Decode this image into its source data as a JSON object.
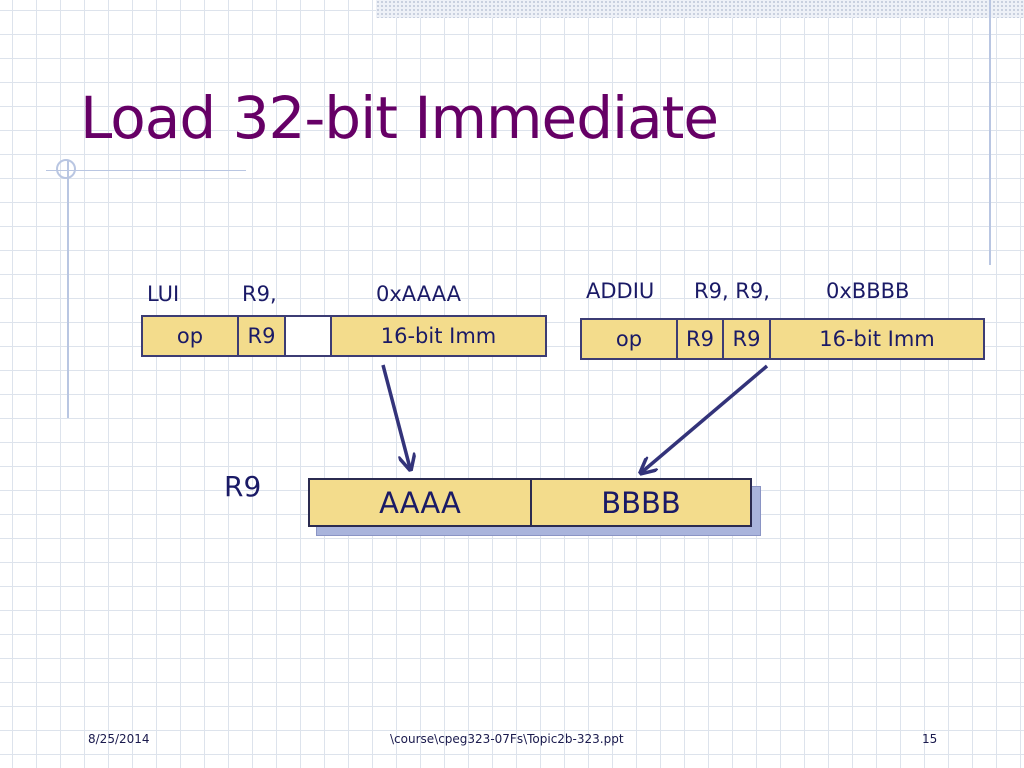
{
  "slide": {
    "title": "Load 32-bit Immediate",
    "lui_instruction": {
      "mnemonic": "LUI",
      "rt": "R9,",
      "imm": "0xAAAA"
    },
    "lui_fields": {
      "op": "op",
      "rt": "R9",
      "rs": "",
      "imm": "16-bit Imm"
    },
    "addiu_instruction": {
      "mnemonic": "ADDIU",
      "regs": "R9, R9,",
      "imm": "0xBBBB"
    },
    "addiu_fields": {
      "op": "op",
      "rs": "R9",
      "rt": "R9",
      "imm": "16-bit Imm"
    },
    "register": {
      "label": "R9",
      "upper": "AAAA",
      "lower": "BBBB"
    },
    "footer": {
      "date": "8/25/2014",
      "path": "\\course\\cpeg323-07Fs\\Topic2b-323.ppt",
      "page": "15"
    }
  },
  "colors": {
    "title": "#660066",
    "text": "#1a1a66",
    "field_fill": "#f3dc8c",
    "arrow": "#33337a"
  }
}
